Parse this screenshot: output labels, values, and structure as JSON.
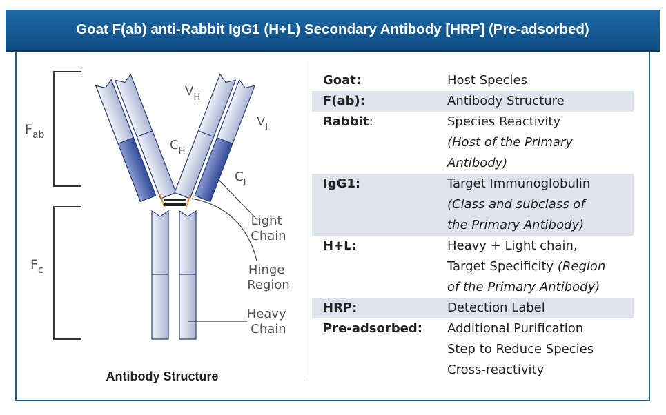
{
  "header": {
    "title": "Goat F(ab) anti-Rabbit IgG1 (H+L) Secondary Antibody [HRP] (Pre-adsorbed)"
  },
  "diagram": {
    "caption": "Antibody Structure",
    "labels": {
      "fab": "F",
      "fab_sub": "ab",
      "fc": "F",
      "fc_sub": "c",
      "vh": "V",
      "vh_sub": "H",
      "vl": "V",
      "vl_sub": "L",
      "ch": "C",
      "ch_sub": "H",
      "cl": "C",
      "cl_sub": "L",
      "light_chain": [
        "Light",
        "Chain"
      ],
      "hinge_region": [
        "Hinge",
        "Region"
      ],
      "heavy_chain": [
        "Heavy",
        "Chain"
      ]
    },
    "colors": {
      "heavy_chain": "#c9d2e6",
      "light_chain": "#4a5fa8",
      "hinge": "#e39a2d",
      "disulfide": "#222222"
    }
  },
  "table": {
    "rows": [
      {
        "term": "Goat:",
        "term_suffix": "",
        "lines": [
          [
            "Host Species",
            ""
          ]
        ],
        "shaded": false
      },
      {
        "term": "F(ab):",
        "term_suffix": "",
        "lines": [
          [
            "Antibody Structure",
            ""
          ]
        ],
        "shaded": true
      },
      {
        "term": "Rabbit",
        "term_suffix": ":",
        "lines": [
          [
            "Species Reactivity",
            ""
          ],
          [
            "",
            "(Host of the Primary"
          ],
          [
            "",
            "Antibody)"
          ]
        ],
        "shaded": false
      },
      {
        "term": "IgG1:",
        "term_suffix": "",
        "lines": [
          [
            "Target Immunoglobulin",
            ""
          ],
          [
            "",
            "(Class and subclass of"
          ],
          [
            "",
            "the Primary Antibody)"
          ]
        ],
        "shaded": true
      },
      {
        "term": "H+L:",
        "term_suffix": "",
        "lines": [
          [
            "Heavy + Light chain,",
            ""
          ],
          [
            "Target Specificity ",
            "(Region"
          ],
          [
            "",
            "of the Primary Antibody)"
          ]
        ],
        "shaded": false
      },
      {
        "term": "HRP:",
        "term_suffix": "",
        "lines": [
          [
            "Detection Label",
            ""
          ]
        ],
        "shaded": true
      },
      {
        "term": "Pre-adsorbed:",
        "term_suffix": "",
        "lines": [
          [
            "Additional Purification",
            ""
          ],
          [
            "Step to Reduce Species",
            ""
          ],
          [
            "Cross-reactivity",
            ""
          ]
        ],
        "shaded": false
      }
    ]
  }
}
